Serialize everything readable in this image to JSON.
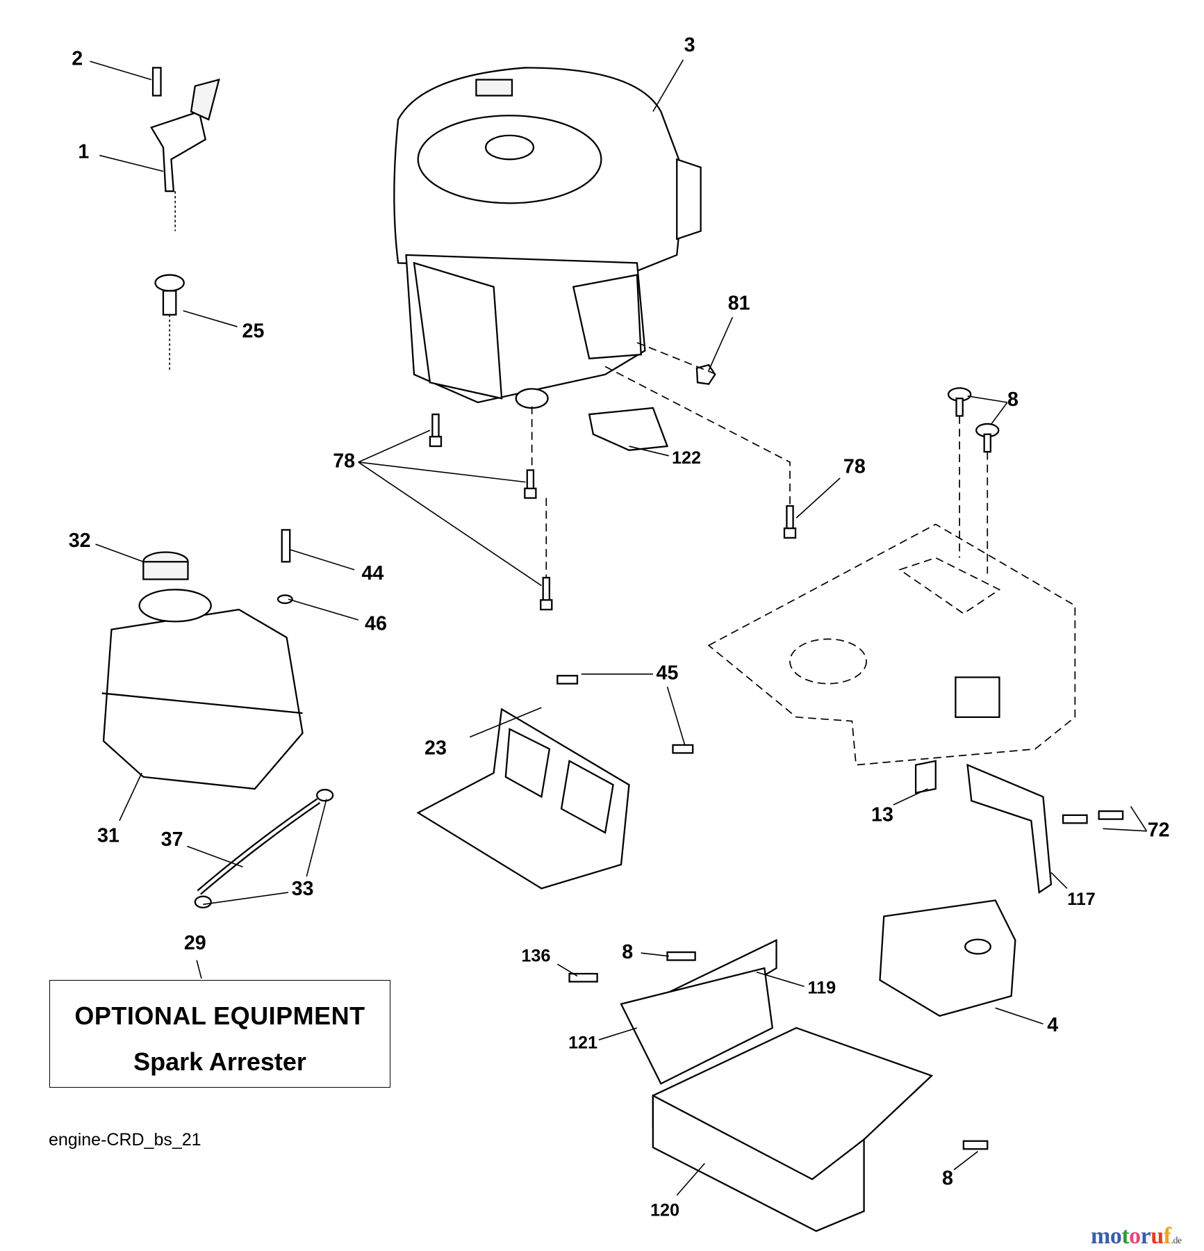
{
  "diagram": {
    "callouts": [
      "2",
      "1",
      "3",
      "25",
      "81",
      "8",
      "78",
      "122",
      "78",
      "32",
      "44",
      "46",
      "45",
      "23",
      "13",
      "72",
      "31",
      "37",
      "33",
      "117",
      "29",
      "136",
      "8",
      "119",
      "121",
      "4",
      "8",
      "120"
    ],
    "optional_box": {
      "title": "OPTIONAL EQUIPMENT",
      "subtitle": "Spark Arrester"
    },
    "diagram_id": "engine-CRD_bs_21",
    "watermark": {
      "main": "motoruf",
      "tld": ".de",
      "colors": [
        "#3a5db0",
        "#3a5db0",
        "#2e9b3a",
        "#e8457a",
        "#3a5db0",
        "#e04020",
        "#f0a020"
      ]
    }
  }
}
